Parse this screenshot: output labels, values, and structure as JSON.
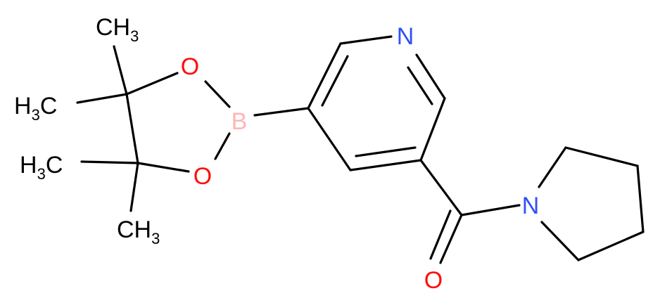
{
  "molecule": {
    "atoms": {
      "N_pyridine": "N",
      "N_pyrrolidine": "N",
      "B": "B",
      "O_ring_top": "O",
      "O_ring_bottom": "O",
      "O_carbonyl": "O"
    },
    "methyls": {
      "top": {
        "main": "CH",
        "sub": "3"
      },
      "upper_left": {
        "main": "H",
        "sub": "3",
        "tail": "C"
      },
      "lower_left": {
        "main": "H",
        "sub": "3",
        "tail": "C"
      },
      "bottom": {
        "main": "CH",
        "sub": "3"
      }
    },
    "colors": {
      "bond": "#000000",
      "carbon_label": "#000000",
      "nitrogen": "#3050F8",
      "oxygen": "#FF0D0D",
      "boron": "#FFB5B5"
    }
  }
}
